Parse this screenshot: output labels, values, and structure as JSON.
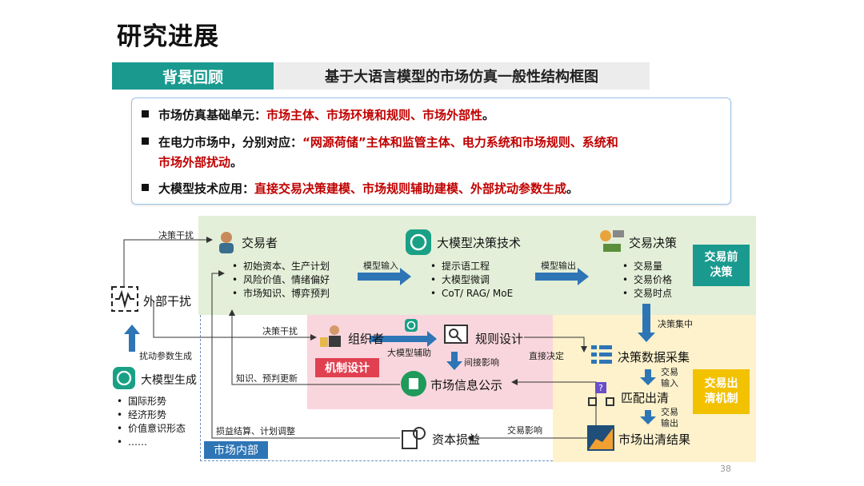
{
  "page": {
    "title": "研究进展",
    "banner_left": "背景回顾",
    "banner_right": "基于大语言模型的市场仿真一般性结构框图",
    "page_number": "38"
  },
  "summary": {
    "b1_label": "市场仿真基础单元：",
    "b1_red": "市场主体、市场环境和规则、市场外部性",
    "b1_end": "。",
    "b2_label": "在电力市场中，分别对应：",
    "b2_red_line1": "“网源荷储”主体和监管主体、电力系统和市场规则、系统和",
    "b2_red_line2": "市场外部扰动",
    "b2_end": "。",
    "b3_label": "大模型技术应用：",
    "b3_red": "直接交易决策建模、市场规则辅助建模、外部扰动参数生成",
    "b3_end": "。"
  },
  "diagram": {
    "trader": {
      "title": "交易者",
      "items": [
        "初始资本、生产计划",
        "风险价值、情绪偏好",
        "市场知识、博弈预判"
      ]
    },
    "llm_tech": {
      "title": "大模型决策技术",
      "items": [
        "提示语工程",
        "大模型微调",
        "CoT/ RAG/ MoE"
      ]
    },
    "decision": {
      "title": "交易决策",
      "items": [
        "交易量",
        "交易价格",
        "交易时点"
      ]
    },
    "pre_trade_label": "交易前\n决策",
    "clearing_label": "交易出\n清机制",
    "organizer": "组织者",
    "rule_design": "规则设计",
    "mechanism_design": "机制设计",
    "market_info": "市场信息公示",
    "data_collect": "决策数据采集",
    "match_clear": "匹配出清",
    "clear_result": "市场出清结果",
    "capital": "资本损益",
    "market_inner": "市场内部",
    "external": "外部干扰",
    "llm_gen": {
      "title": "大模型生成",
      "items": [
        "国际形势",
        "经济形势",
        "价值意识形态",
        "……"
      ]
    },
    "edges": {
      "decision_disturb_top": "决策干扰",
      "model_input": "模型输入",
      "model_output": "模型输出",
      "decision_gather": "决策集中",
      "decision_disturb_mid": "决策干扰",
      "llm_assist": "大模型辅助",
      "indirect_influence": "间接影响",
      "direct_decide": "直接决定",
      "knowledge_update": "知识、预判更新",
      "trade_input_1": "交易",
      "trade_input_2": "输入",
      "trade_output_1": "交易",
      "trade_output_2": "输出",
      "settlement": "损益结算、计划调整",
      "trade_influence": "交易影响",
      "disturb_param": "扰动参数生成"
    }
  },
  "colors": {
    "teal": "#1a9a8f",
    "red_text": "#c00000",
    "green_zone": "#e3efd8",
    "pink_zone": "#f9d6de",
    "yellow_zone": "#fdf2cc",
    "arrow_blue": "#2e75b6"
  }
}
